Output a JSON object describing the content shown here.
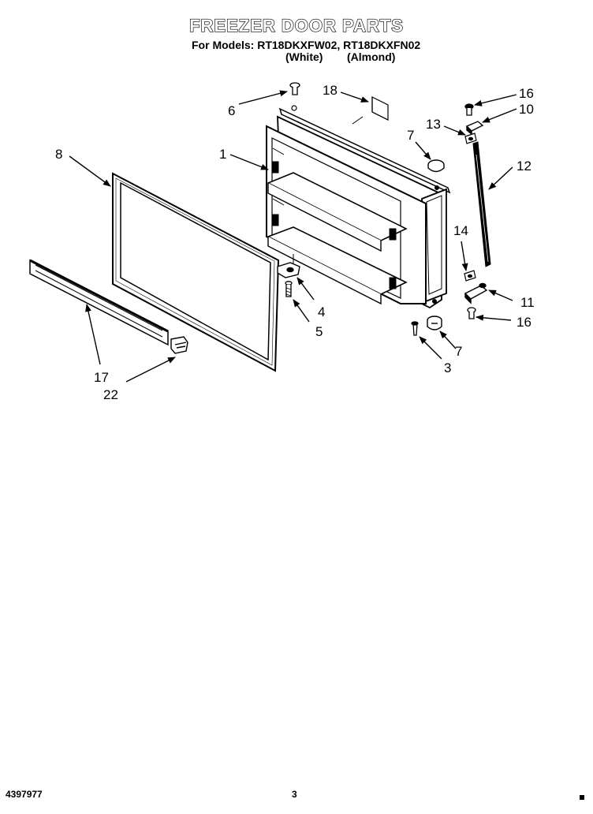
{
  "header": {
    "title": "FREEZER DOOR PARTS",
    "models_line": "For Models: RT18DKXFW02, RT18DKXFN02",
    "variant_white": "(White)",
    "variant_almond": "(Almond)"
  },
  "callouts": {
    "c1": "1",
    "c3": "3",
    "c4": "4",
    "c5": "5",
    "c6": "6",
    "c7_top": "7",
    "c7_bottom": "7",
    "c8": "8",
    "c10": "10",
    "c11": "11",
    "c12": "12",
    "c13": "13",
    "c14": "14",
    "c16_top": "16",
    "c16_bottom": "16",
    "c17": "17",
    "c18": "18",
    "c22": "22"
  },
  "footer": {
    "doc_number": "4397977",
    "page_number": "3"
  }
}
